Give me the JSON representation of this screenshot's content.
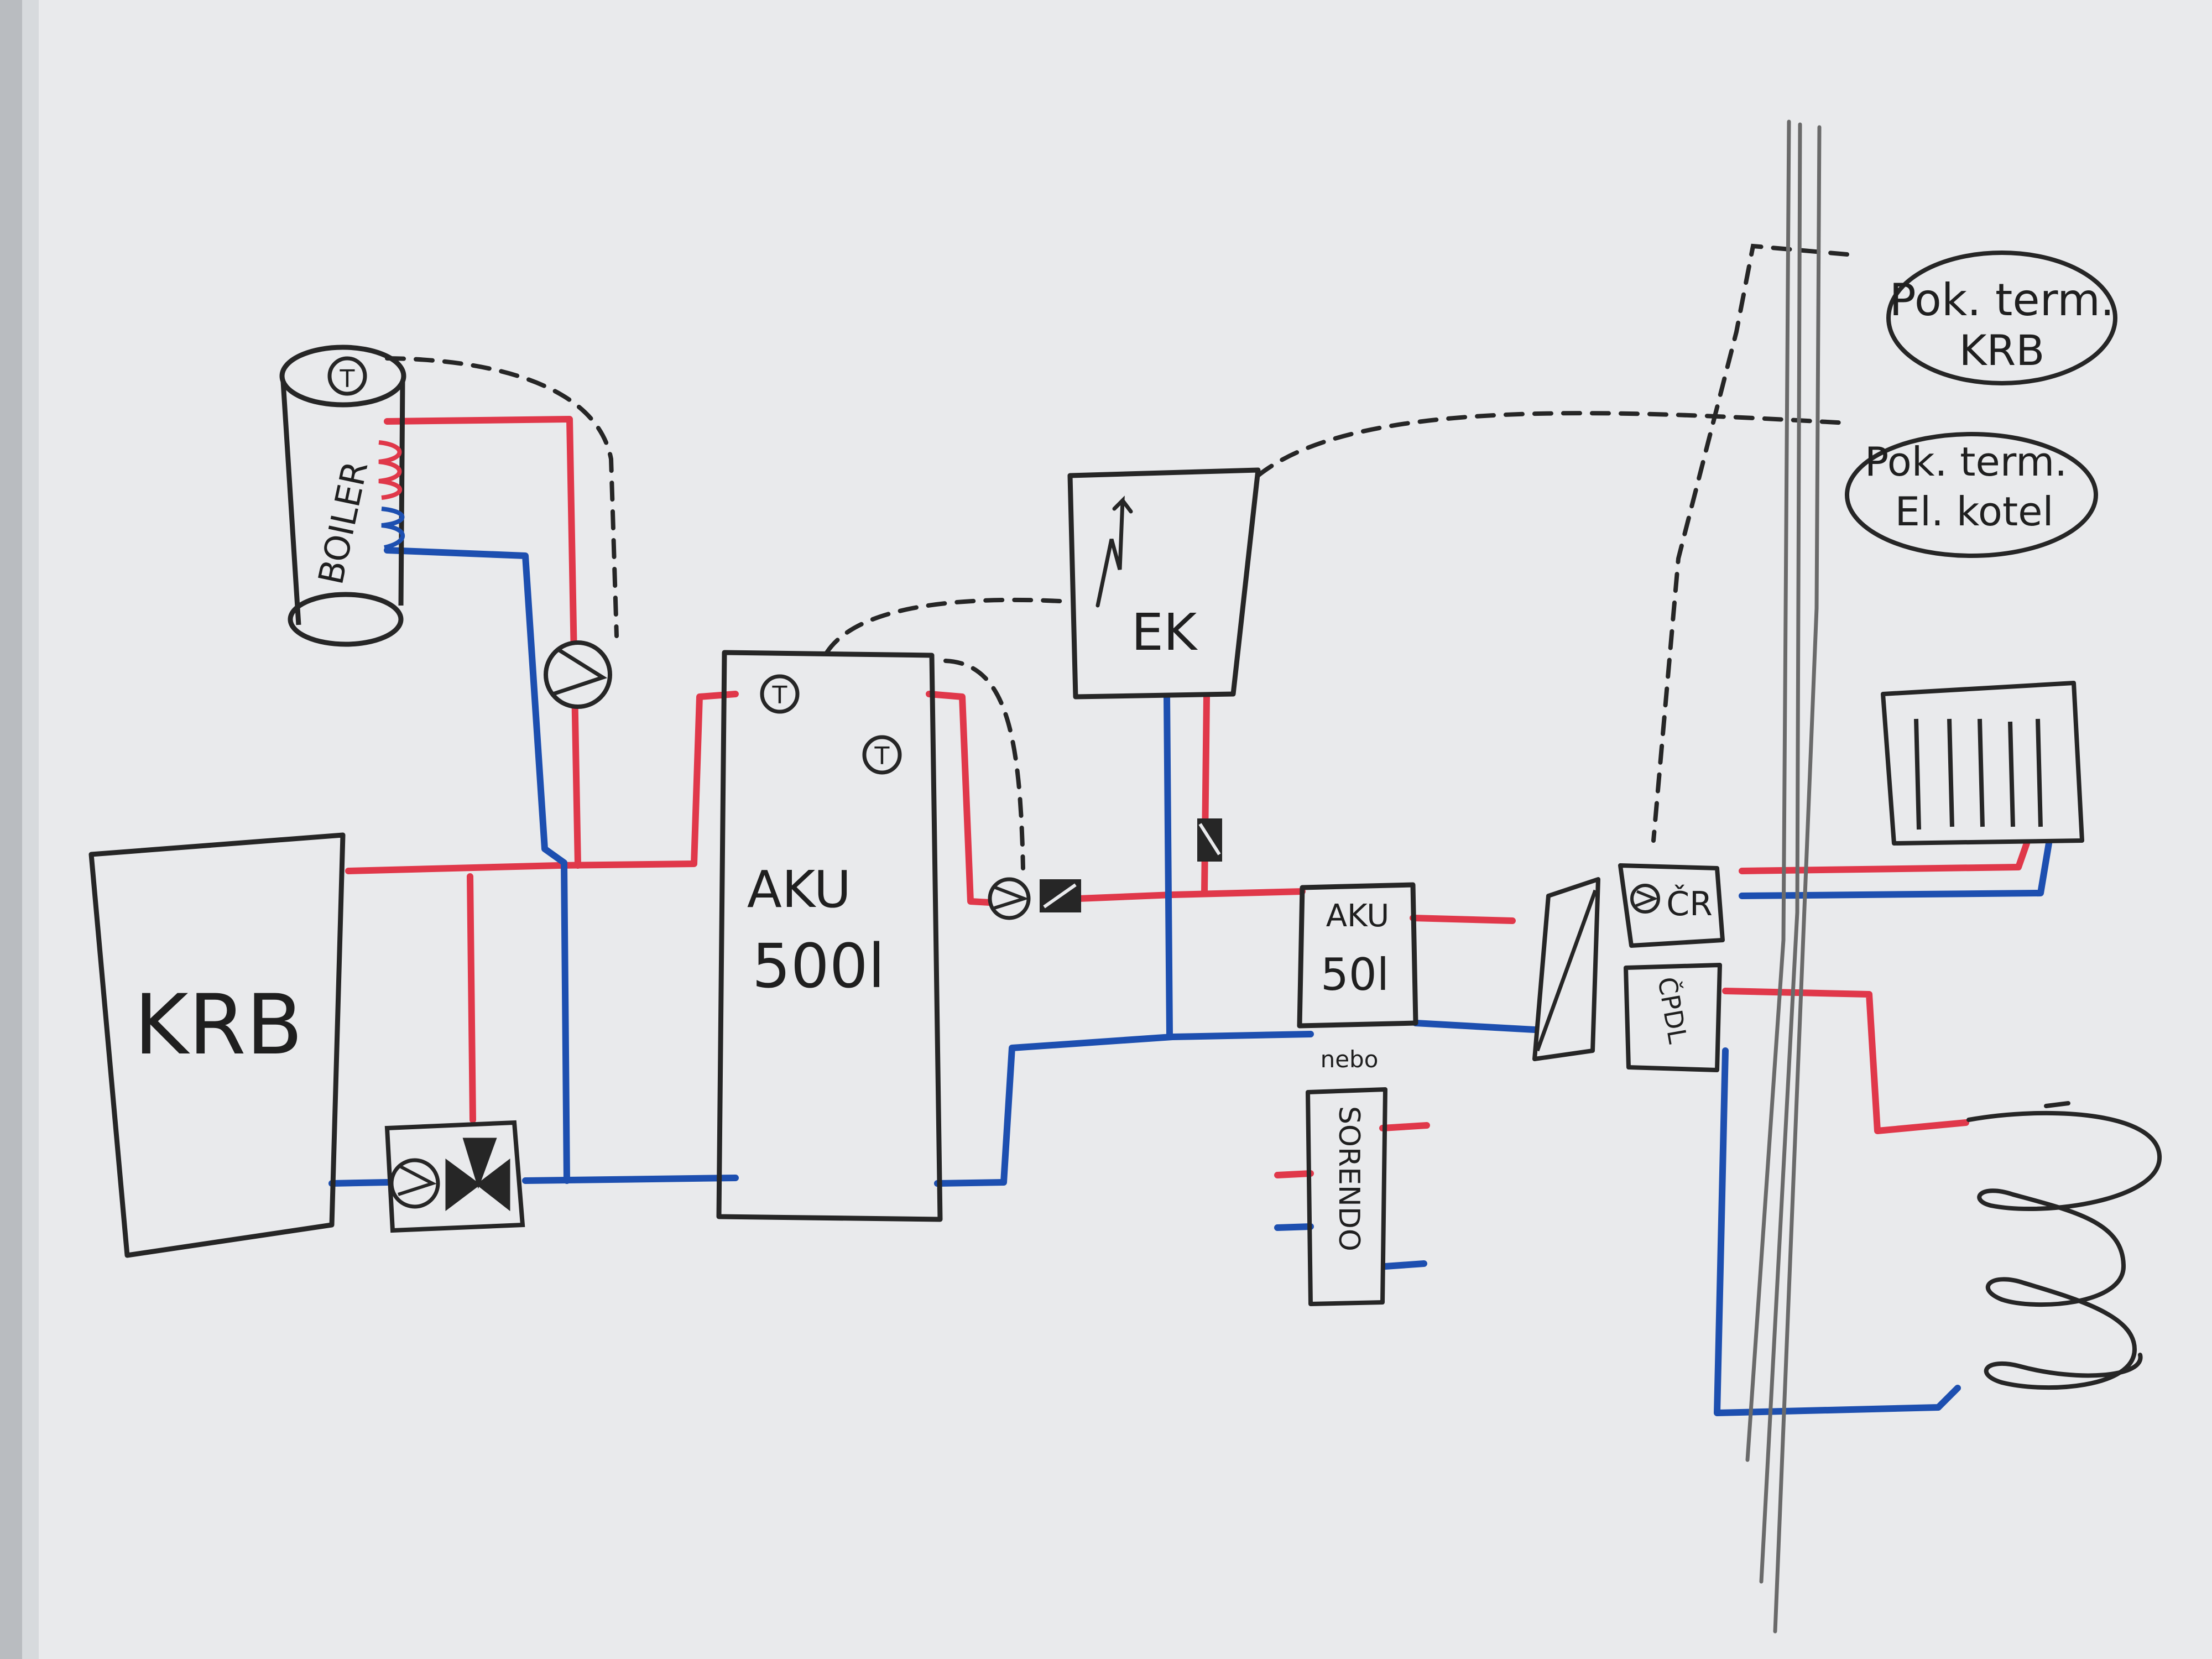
{
  "colors": {
    "board": "#e9eaec",
    "frame": "#b9bcc0",
    "marker_black": "#262626",
    "marker_red": "#e0384a",
    "marker_blue": "#1d4fb0",
    "marker_gray": "#6a6a6a"
  },
  "labels": {
    "boiler": "BOILER",
    "krb": "KRB",
    "aku500_line1": "AKU",
    "aku500_line2": "500l",
    "ek": "EK",
    "aku50_line1": "AKU",
    "aku50_line2": "50l",
    "nebo": "nebo",
    "sorendo": "SORENDO",
    "cr": "ČR",
    "cpdl": "ČPDL",
    "therm_krb_line1": "Pok. term.",
    "therm_krb_line2": "KRB",
    "therm_ek_line1": "Pok. term.",
    "therm_ek_line2": "El. kotel",
    "temp_sensor": "T"
  },
  "icons": {
    "pump": "pump-icon",
    "mixing_valve": "three-way-valve-icon",
    "temp_sensor": "thermometer-icon",
    "radiator": "radiator-icon",
    "floor_heating": "floor-heating-coil-icon",
    "check_valve": "check-valve-icon",
    "hydraulic_separator": "hydraulic-separator-icon"
  }
}
